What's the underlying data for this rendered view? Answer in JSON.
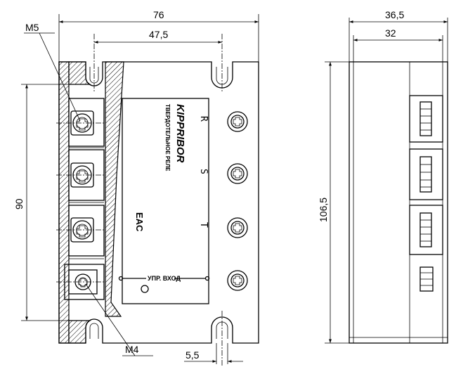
{
  "dimensions": {
    "width_76": "76",
    "width_47_5": "47,5",
    "height_90": "90",
    "thread_m5": "M5",
    "thread_m4": "M4",
    "slot_5_5": "5,5",
    "depth_36_5": "36,5",
    "depth_32": "32",
    "height_106_5": "106,5"
  },
  "label": {
    "brand": "KIPPRIBOR",
    "product": "ТВЕРДОТЕЛЬНОЕ РЕЛЕ",
    "terminal_r": "R",
    "terminal_s": "S",
    "terminal_t": "T",
    "control_input": "УПР. ВХОД",
    "certification": "EAC"
  },
  "colors": {
    "line": "#000000",
    "background": "#ffffff"
  }
}
